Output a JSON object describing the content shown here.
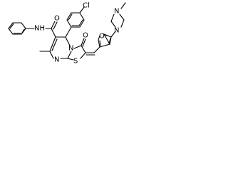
{
  "diagram": {
    "type": "chemical-structure",
    "atom_labels": {
      "amide_nh": "NH",
      "amide_o": "O",
      "chloro": "Cl",
      "ring_n": "N",
      "lactam_o": "O",
      "thiazole_n": "N",
      "thiazole_s": "S",
      "furan_o": "O",
      "piperazine_n1": "N",
      "piperazine_n4": "N"
    }
  }
}
